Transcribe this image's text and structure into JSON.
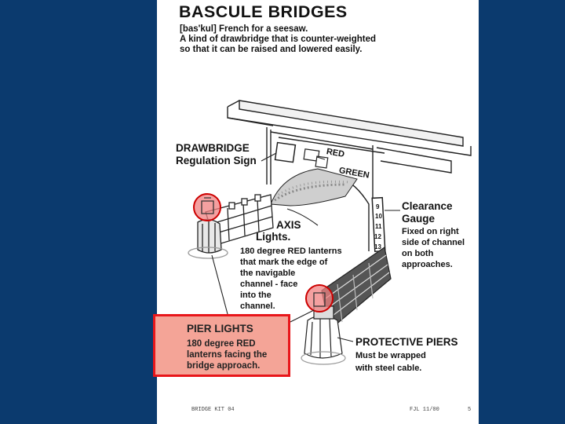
{
  "title": "BASCULE BRIDGES",
  "subtitle": "[bas'kul] French for a seesaw.\nA kind of drawbridge that is counter-weighted\nso that it can be raised and lowered easily.",
  "labels": {
    "drawbridge_sign": "DRAWBRIDGE\nRegulation Sign",
    "red": "RED",
    "green": "GREEN",
    "axis": "AXIS",
    "lights": "Lights.",
    "lights_desc": "180 degree RED lanterns\nthat mark the edge of\nthe navigable\nchannel - face\ninto the\nchannel.",
    "clearance": "Clearance\nGauge",
    "clearance_desc": "Fixed on right\nside of channel\non both\napproaches.",
    "protective": "PROTECTIVE PIERS",
    "protective_desc": "Must be wrapped\nwith steel cable.",
    "gauge_numbers": [
      "9",
      "10",
      "11",
      "12",
      "13"
    ]
  },
  "callout": {
    "title": "PIER LIGHTS",
    "desc": "180 degree RED\nlanterns facing the\nbridge approach."
  },
  "footer": {
    "left": "BRIDGE KIT 04",
    "right": "FJL 11/00",
    "page": "5"
  },
  "colors": {
    "background": "#0b3a6e",
    "highlight_fill": "#f4a497",
    "highlight_border": "#e8161a"
  }
}
